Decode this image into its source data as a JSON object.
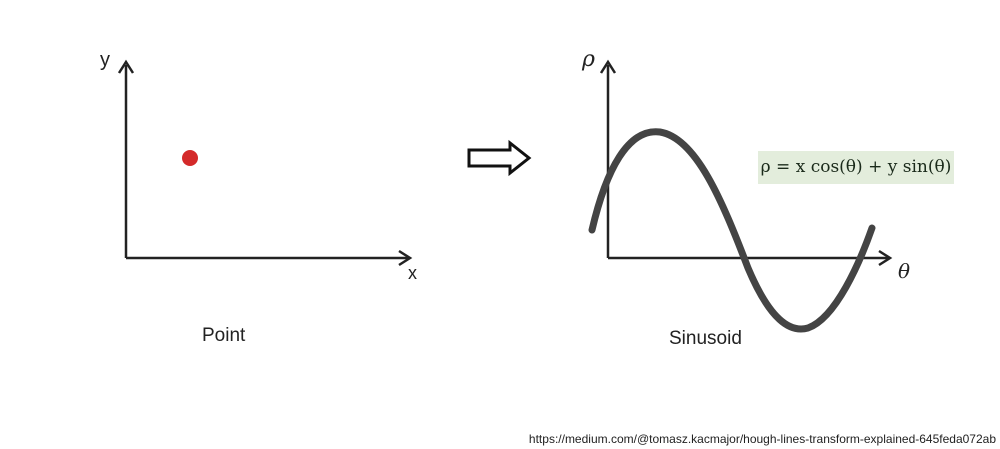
{
  "left_panel": {
    "y_axis_label": "y",
    "x_axis_label": "x",
    "caption": "Point",
    "point_color": "#d42a2a"
  },
  "transform_arrow": {
    "icon": "right-arrow-icon"
  },
  "right_panel": {
    "rho_axis_label": "ρ",
    "theta_axis_label": "θ",
    "caption": "Sinusoid",
    "curve_color": "#444444",
    "formula": "ρ = x cos(θ) + y sin(θ)",
    "formula_bg": "#e3eddc"
  },
  "source": {
    "url": "https://medium.com/@tomasz.kacmajor/hough-lines-transform-explained-645feda072ab"
  }
}
